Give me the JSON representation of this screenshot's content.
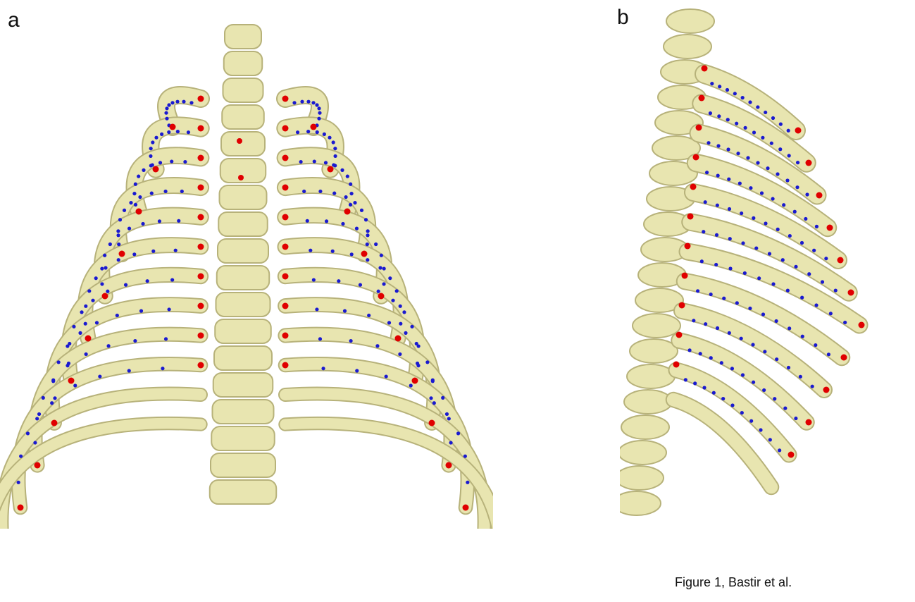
{
  "panels": [
    {
      "label": "a"
    },
    {
      "label": "b"
    }
  ],
  "caption": "Figure 1, Bastir et al.",
  "colors": {
    "bone": "#e8e5b0",
    "bone_shadow": "#b7b27a",
    "landmark": "#e00000",
    "semilandmark": "#1a1ad0"
  }
}
